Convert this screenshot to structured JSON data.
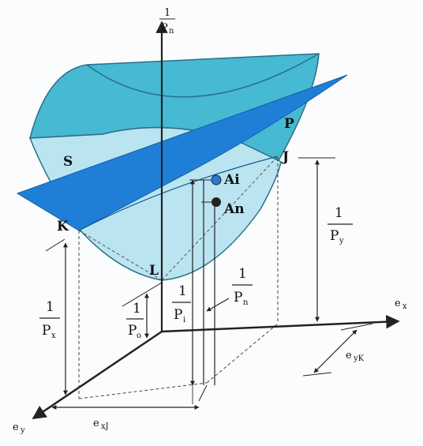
{
  "diagram": {
    "colors": {
      "surface_top": "#46b9d3",
      "surface_light": "#b9e4f0",
      "plane": "#1f7fd6",
      "axis": "#222222",
      "point_ai": "#2a78d6",
      "point_an": "#222222"
    },
    "axes": {
      "vertical": {
        "num": "1",
        "den": "P",
        "den_sub": "n"
      },
      "x": {
        "base": "e",
        "sub": "x"
      },
      "y": {
        "base": "e",
        "sub": "y"
      }
    },
    "surface_labels": {
      "S": "S",
      "P": "P",
      "J": "J",
      "K": "K",
      "L": "L"
    },
    "points": {
      "ai": "Ai",
      "an": "An"
    },
    "dimensions": {
      "py": {
        "num": "1",
        "den": "P",
        "den_sub": "y"
      },
      "px": {
        "num": "1",
        "den": "P",
        "den_sub": "x"
      },
      "po": {
        "num": "1",
        "den": "P",
        "den_sub": "o"
      },
      "pi": {
        "num": "1",
        "den": "P",
        "den_sub": "i"
      },
      "pn": {
        "num": "1",
        "den": "P",
        "den_sub": "n"
      },
      "eyk": {
        "base": "e",
        "sub": "yK"
      },
      "exj": {
        "base": "e",
        "sub": "xJ"
      }
    }
  }
}
